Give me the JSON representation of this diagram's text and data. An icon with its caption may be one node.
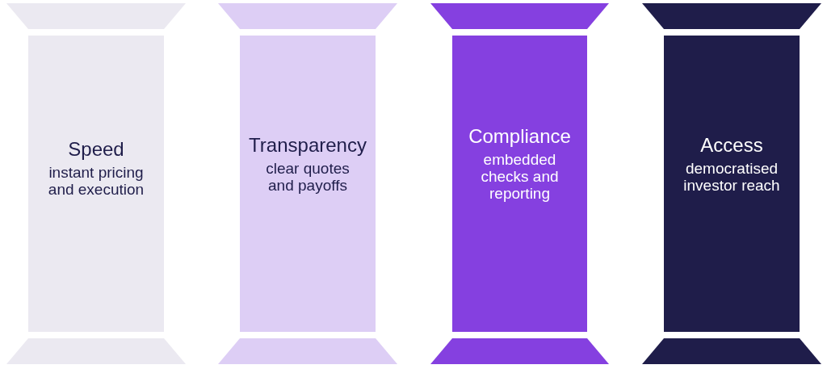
{
  "diagram": {
    "nodes": [
      {
        "text": [],
        "shape": "trapezoid"
      },
      {
        "text": [],
        "shape": "trapezoid"
      },
      {
        "text": [],
        "shape": "trapezoid"
      },
      {
        "text": [],
        "shape": "trapezoid"
      },
      {
        "text": [
          "Speed",
          "instant pricing and execution"
        ]
      },
      {
        "text": [
          "Transparency",
          "clear quotes and payoffs"
        ]
      },
      {
        "text": [
          "Compliance",
          "embedded checks and reporting"
        ]
      },
      {
        "text": [
          "Access",
          "democratised investor reach"
        ]
      },
      {
        "text": [],
        "shape": "trapezoid"
      },
      {
        "text": [],
        "shape": "trapezoid"
      },
      {
        "text": [],
        "shape": "trapezoid"
      },
      {
        "text": [],
        "shape": "trapezoid"
      }
    ]
  }
}
